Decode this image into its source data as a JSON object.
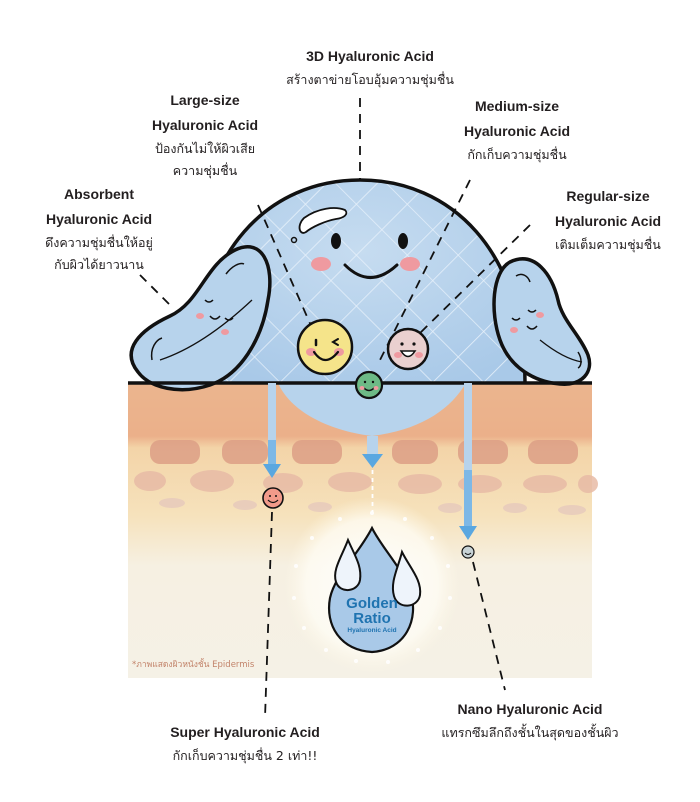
{
  "labels": {
    "hyaluronic_3d": {
      "title": "3D Hyaluronic Acid",
      "desc": "สร้างตาข่ายโอบอุ้มความชุ่มชื่น"
    },
    "large_size": {
      "title_line1": "Large-size",
      "title_line2": "Hyaluronic Acid",
      "desc_line1": "ป้องกันไม่ให้ผิวเสีย",
      "desc_line2": "ความชุ่มชื่น"
    },
    "medium_size": {
      "title_line1": "Medium-size",
      "title_line2": "Hyaluronic Acid",
      "desc": "กักเก็บความชุ่มชื่น"
    },
    "absorbent": {
      "title_line1": "Absorbent",
      "title_line2": "Hyaluronic Acid",
      "desc_line1": "ดึงความชุ่มชื่นให้อยู่",
      "desc_line2": "กับผิวได้ยาวนาน"
    },
    "regular_size": {
      "title_line1": "Regular-size",
      "title_line2": "Hyaluronic Acid",
      "desc": "เติมเต็มความชุ่มชื่น"
    },
    "super": {
      "title": "Super Hyaluronic Acid",
      "desc": "กักเก็บความชุ่มชื่น 2 เท่า!!"
    },
    "nano": {
      "title": "Nano Hyaluronic Acid",
      "desc": "แทรกซึมลึกถึงชั้นในสุดของชั้นผิว"
    }
  },
  "golden_ratio": {
    "line1": "Golden",
    "line2": "Ratio",
    "line3": "Hyaluronic Acid"
  },
  "footnote": "*ภาพแสดงผิวหนังชั้น Epidermis",
  "colors": {
    "droplet_blue": "#b7d3ec",
    "droplet_shade": "#9cc0e4",
    "outline": "#111111",
    "skin_top": "#ebb58e",
    "skin_mid": "#f5dbb0",
    "skin_bottom": "#f6f1e4",
    "arrow_blue": "#5aa7e0",
    "golden_text": "#1f73b0",
    "cheek_pink": "#ef9aa0",
    "ha_large_yellow": "#f5e48a",
    "ha_medium_pink": "#ead0cf",
    "ha_small_green": "#6dba86",
    "ha_super_red": "#f19a8a",
    "ha_nano_grey": "#c8d3d6"
  }
}
